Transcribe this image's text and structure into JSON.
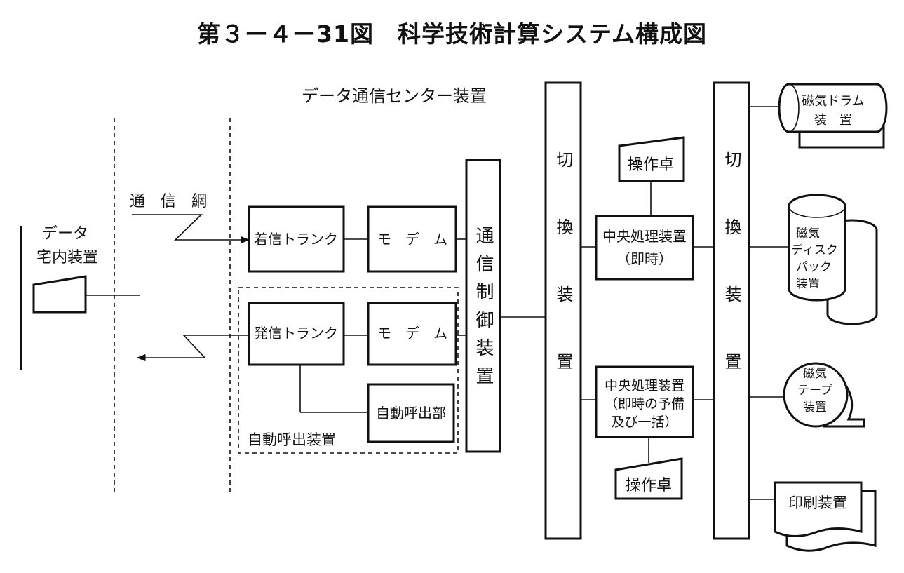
{
  "title": "第３ー４ー31図　科学技術計算システム構成図",
  "labels": {
    "center": "データ通信センター装置",
    "network": "通　信　網",
    "home_line1": "データ",
    "home_line2": "宅内装置",
    "incoming_trunk": "着信トランク",
    "outgoing_trunk": "発信トランク",
    "modem": "モ　デ　ム",
    "auto_call_unit": "自動呼出部",
    "auto_call_device": "自動呼出装置",
    "comm_control": "通信制御装置",
    "switch": "切換装置",
    "console": "操作卓",
    "cpu_rt_line1": "中央処理装置",
    "cpu_rt_line2": "（即時）",
    "cpu_bk_line1": "中央処理装置",
    "cpu_bk_line2": "（即時の予備",
    "cpu_bk_line3": "及び一括）",
    "drum_line1": "磁気ドラム",
    "drum_line2": "装　置",
    "disk_line1": "磁気",
    "disk_line2": "ディスク",
    "disk_line3": "パック",
    "disk_line4": "装置",
    "tape_line1": "磁気",
    "tape_line2": "テープ",
    "tape_line3": "装置",
    "printer": "印刷装置"
  }
}
